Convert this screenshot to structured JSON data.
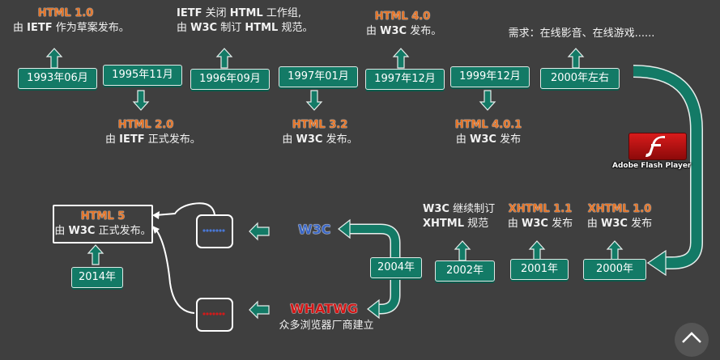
{
  "top_row": {
    "dates": [
      "1993年06月",
      "1995年11月",
      "1996年09月",
      "1997年01月",
      "1997年12月",
      "1999年12月",
      "2000年左右"
    ],
    "events": [
      {
        "version": "HTML 1.0",
        "pre": "由 ",
        "org": "IETF",
        "post": " 作为草案发布。"
      },
      {
        "version": "HTML 2.0",
        "pre": "由 ",
        "org": "IETF",
        "post": " 正式发布。"
      },
      {
        "line1_org": "IETF",
        "line1_mid": " 关闭 ",
        "line1_html": "HTML",
        "line1_post": " 工作组,",
        "line2_pre": "由 ",
        "line2_org": "W3C",
        "line2_mid": " 制订 ",
        "line2_html": "HTML",
        "line2_post": " 规范。"
      },
      {
        "version": "HTML 3.2",
        "pre": "由 ",
        "org": "W3C",
        "post": " 发布。"
      },
      {
        "version": "HTML 4.0",
        "pre": "由 ",
        "org": "W3C",
        "post": " 发布。"
      },
      {
        "version": "HTML 4.0.1",
        "pre": "由 ",
        "org": "W3C",
        "post": " 发布"
      },
      {
        "text": "需求：在线影音、在线游戏......"
      }
    ]
  },
  "flash": {
    "label": "Adobe Flash Player",
    "glyph": "f"
  },
  "bottom_row": {
    "dates": [
      "2000年",
      "2001年",
      "2002年",
      "2004年",
      "2014年"
    ],
    "xhtml10": {
      "version": "XHTML 1.0",
      "pre": "由 ",
      "org": "W3C",
      "post": " 发布"
    },
    "xhtml11": {
      "version": "XHTML 1.1",
      "pre": "由 ",
      "org": "W3C",
      "post": " 发布"
    },
    "continue": {
      "line1_org": "W3C",
      "line1_post": " 继续制订",
      "line2_org": "XHTML",
      "line2_post": " 规范"
    },
    "w3c": "W3C",
    "whatwg": "WHATWG",
    "whatwg_sub": "众多浏览器厂商建立",
    "html5": {
      "version": "HTML 5",
      "pre": "由 ",
      "org": "W3C",
      "post": " 正式发布。"
    }
  },
  "colors": {
    "background": "#3f3f3f",
    "teal": "#137a66",
    "orange": "#e5762a",
    "w3c_blue": "#3a66c4",
    "whatwg_red": "#d01616"
  },
  "scroll_top_icon": "chevron-up-icon"
}
